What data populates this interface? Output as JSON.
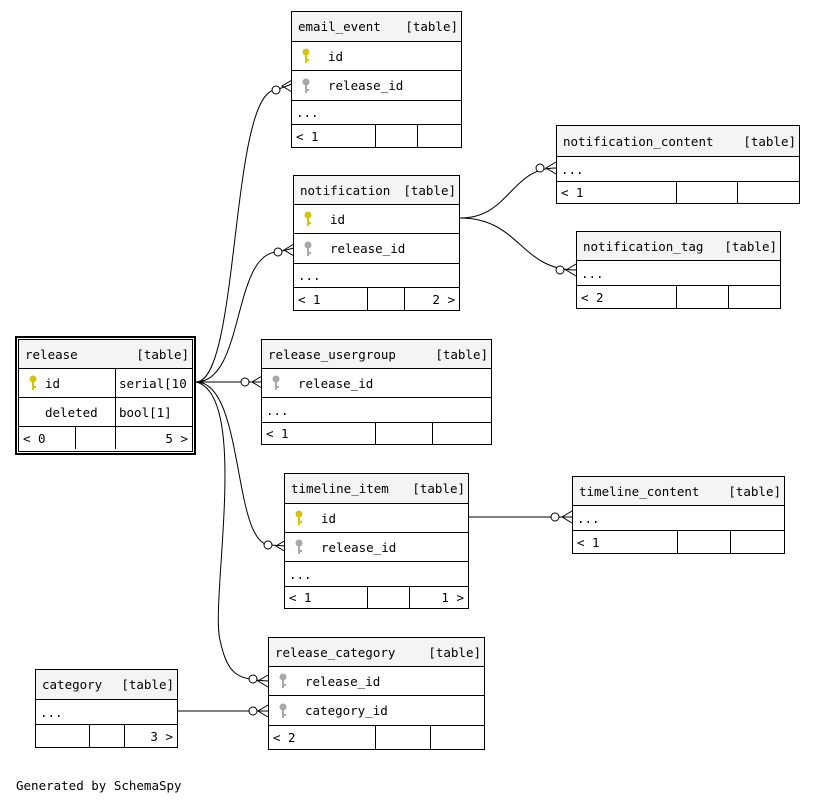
{
  "colors": {
    "primary_key": "#d4c40a",
    "foreign_key": "#a8a8a8",
    "header_bg": "#f4f4f4"
  },
  "tables": {
    "email_event": {
      "name": "email_event",
      "type": "[table]",
      "cols": [
        "id",
        "release_id"
      ],
      "more": "...",
      "parents": "< 1",
      "children": ""
    },
    "notification": {
      "name": "notification",
      "type": "[table]",
      "cols": [
        "id",
        "release_id"
      ],
      "more": "...",
      "parents": "< 1",
      "children": "2 >"
    },
    "notification_content": {
      "name": "notification_content",
      "type": "[table]",
      "more": "...",
      "parents": "< 1",
      "children": ""
    },
    "notification_tag": {
      "name": "notification_tag",
      "type": "[table]",
      "more": "...",
      "parents": "< 2",
      "children": ""
    },
    "release": {
      "name": "release",
      "type": "[table]",
      "cols": [
        {
          "name": "id",
          "type": "serial[10"
        },
        {
          "name": "deleted",
          "type": "bool[1]"
        }
      ],
      "parents": "< 0",
      "children": "5 >"
    },
    "release_usergroup": {
      "name": "release_usergroup",
      "type": "[table]",
      "cols": [
        "release_id"
      ],
      "more": "...",
      "parents": "< 1",
      "children": ""
    },
    "timeline_item": {
      "name": "timeline_item",
      "type": "[table]",
      "cols": [
        "id",
        "release_id"
      ],
      "more": "...",
      "parents": "< 1",
      "children": "1 >"
    },
    "timeline_content": {
      "name": "timeline_content",
      "type": "[table]",
      "more": "...",
      "parents": "< 1",
      "children": ""
    },
    "release_category": {
      "name": "release_category",
      "type": "[table]",
      "cols": [
        "release_id",
        "category_id"
      ],
      "parents": "< 2",
      "children": ""
    },
    "category": {
      "name": "category",
      "type": "[table]",
      "more": "...",
      "parents": "",
      "children": "3 >"
    }
  },
  "footer": "Generated by SchemaSpy"
}
